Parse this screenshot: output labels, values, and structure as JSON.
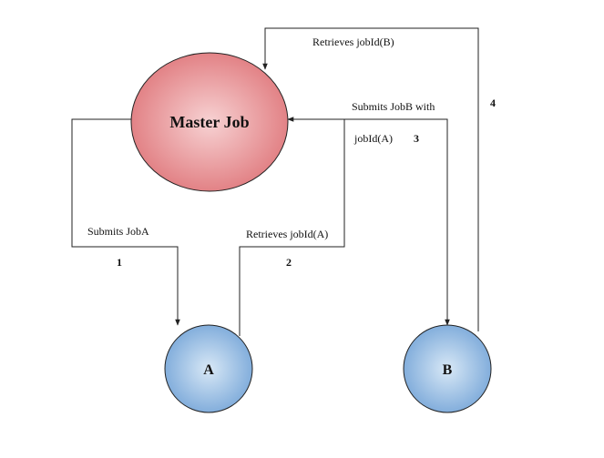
{
  "nodes": {
    "master": {
      "label": "Master Job"
    },
    "a": {
      "label": "A"
    },
    "b": {
      "label": "B"
    }
  },
  "edges": {
    "submits_joba": {
      "label": "Submits JobA",
      "step": "1"
    },
    "retrieves_jobid_a": {
      "label": "Retrieves  jobId(A)",
      "step": "2"
    },
    "submits_jobb": {
      "label_line1": "Submits  JobB with",
      "label_line2": "jobId(A)",
      "step": "3"
    },
    "retrieves_jobid_b": {
      "label": "Retrieves  jobId(B)",
      "step": "4"
    }
  },
  "colors": {
    "master_fill": "#e07a7e",
    "master_center": "#f7d2d3",
    "worker_fill": "#7aa8d9",
    "worker_center": "#d8e8f6",
    "edge": "#222222"
  }
}
